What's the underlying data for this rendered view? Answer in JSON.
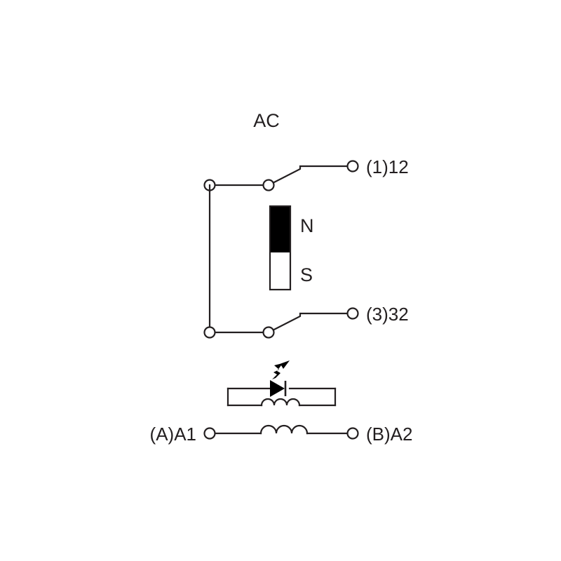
{
  "diagram": {
    "title": "AC",
    "type": "relay-contact-schematic",
    "labels": {
      "contact_top_right": "(1)12",
      "contact_bottom_right": "(3)32",
      "coil_left": "(A)A1",
      "coil_right": "(B)A2",
      "magnet_north": "N",
      "magnet_south": "S"
    },
    "icons": {
      "led_indicator": "led-diode-icon",
      "coil_inductor": "coil-icon",
      "permanent_magnet": "magnet-bar-icon",
      "switch_contact": "switch-blade-icon",
      "terminal_node": "terminal-circle-icon"
    },
    "colors": {
      "line": "#231f20",
      "north_pole_fill": "#000000",
      "south_pole_fill": "#ffffff",
      "background": "#ffffff"
    }
  }
}
